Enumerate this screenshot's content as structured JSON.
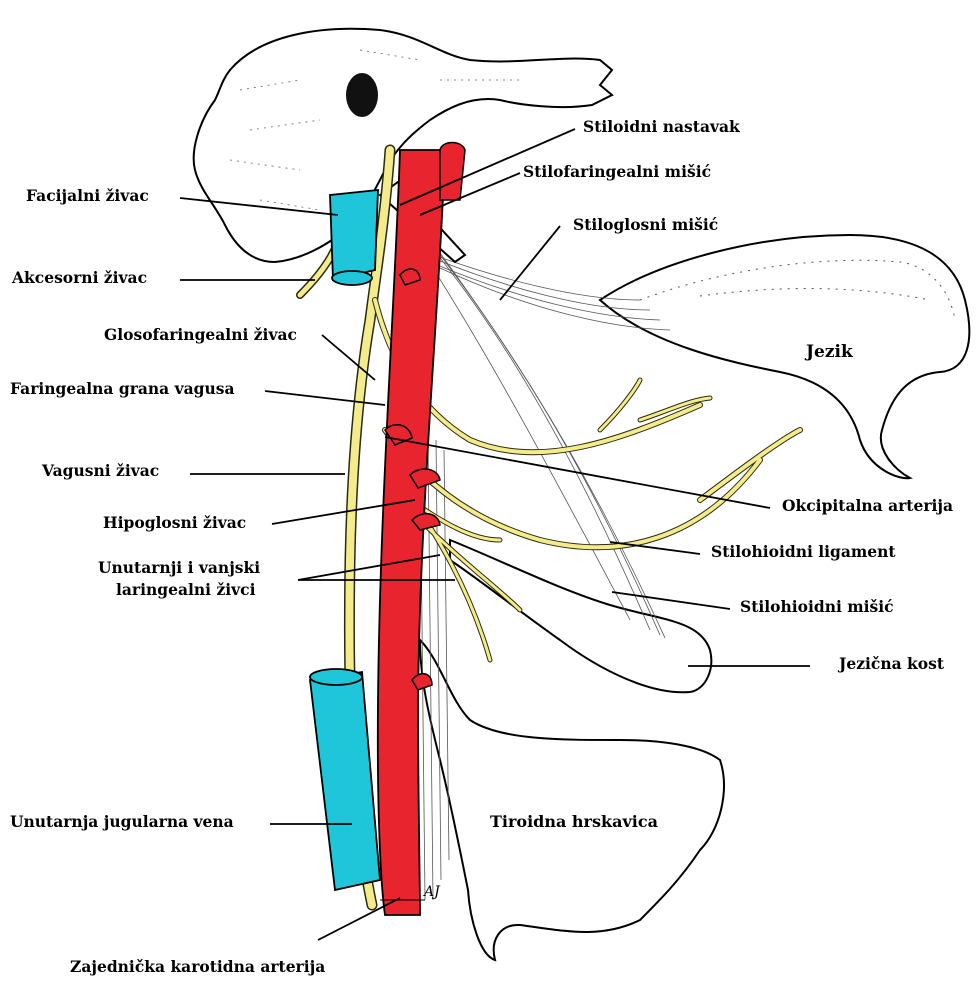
{
  "labels": {
    "stiloidni_nastavak": "Stiloidni nastavak",
    "stilofaringealni_misic": "Stilofaringealni mišić",
    "stiloglosni_misic": "Stiloglosni mišić",
    "facijalni_zivac": "Facijalni živac",
    "akcesorni_zivac": "Akcesorni živac",
    "glosofaringealni_zivac": "Glosofaringealni živac",
    "jezik": "Jezik",
    "faringealna_grana_vagusa": "Faringealna grana vagusa",
    "vagusni_zivac": "Vagusni živac",
    "okcipitalna_arterija": "Okcipitalna arterija",
    "hipoglosni_zivac": "Hipoglosni živac",
    "stilohioidni_ligament": "Stilohioidni ligament",
    "laringealni_zivci_line1": "Unutarnji i vanjski",
    "laringealni_zivci_line2": "laringealni živci",
    "stilohioidni_misic": "Stilohioidni mišić",
    "jezicna_kost": "Jezična kost",
    "unutarnja_jugularna_vena": "Unutarnja jugularna vena",
    "tiroidna_hrskavica": "Tiroidna hrskavica",
    "zajednicka_karotidna_arterija": "Zajednička karotidna arterija",
    "signature": "AJ"
  },
  "colors": {
    "artery": "#e8242e",
    "vein": "#1fc6d9",
    "nerve": "#f4ec8c",
    "outline": "#000000"
  }
}
